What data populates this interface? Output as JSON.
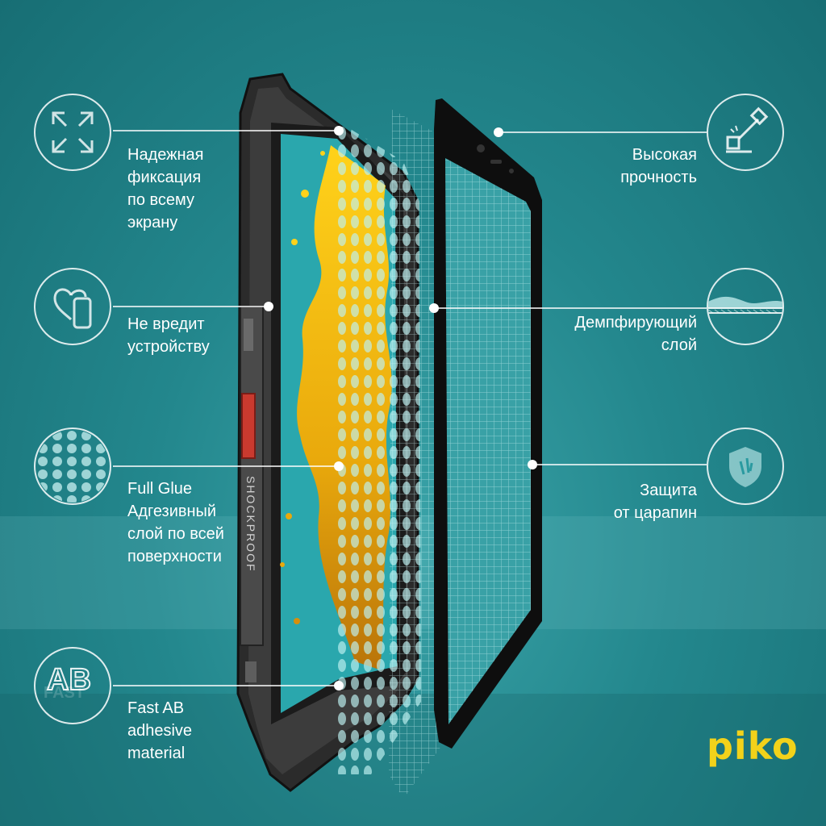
{
  "features_left": [
    {
      "lines": [
        "Надежная",
        "фиксация",
        "по всему",
        "экрану"
      ],
      "icon": "arrows-expand-icon"
    },
    {
      "lines": [
        "Не вредит",
        "устройству"
      ],
      "icon": "heart-phone-icon"
    },
    {
      "lines": [
        "Full Glue",
        "Адгезивный",
        "слой по всей",
        "поверхности"
      ],
      "icon": "dots-pattern-icon"
    },
    {
      "lines": [
        "Fast AB",
        "adhesive",
        "material"
      ],
      "icon": "ab-adhesive-icon"
    }
  ],
  "features_right": [
    {
      "lines": [
        "Высокая",
        "прочность"
      ],
      "icon": "hammer-icon"
    },
    {
      "lines": [
        "Демпфирующий",
        "слой"
      ],
      "icon": "damping-layer-icon"
    },
    {
      "lines": [
        "Защита",
        "от царапин"
      ],
      "icon": "shield-icon"
    }
  ],
  "device_side_text": "SHOCKPROOF",
  "ab_icon_text": "AB",
  "ab_icon_bg_text": "FAST",
  "brand": "piko",
  "colors": {
    "background": "#23878d",
    "accent_yellow": "#f2d21a",
    "line": "#ffffff"
  }
}
